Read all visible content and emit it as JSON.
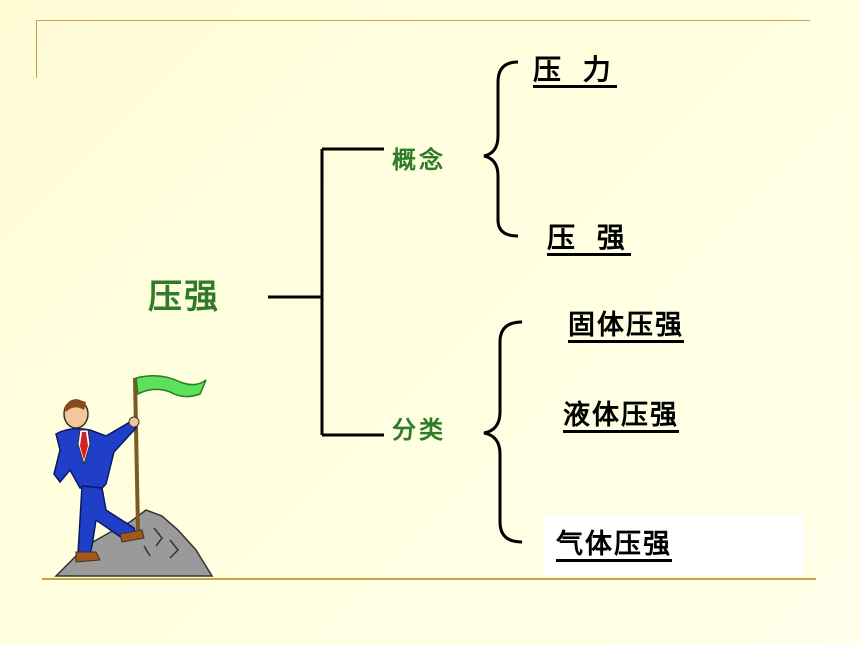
{
  "diagram": {
    "root": "压强",
    "branches": [
      {
        "label": "概念",
        "children": [
          "压 力",
          "压 强"
        ]
      },
      {
        "label": "分类",
        "children": [
          "固体压强",
          "液体压强",
          "气体压强"
        ]
      }
    ]
  },
  "colors": {
    "branch_text": "#2f7b2a",
    "leaf_text": "#000000",
    "frame": "#d1a043",
    "background": "#ffffe0"
  },
  "illustration": {
    "icon": "man-with-flag-on-mountain-icon"
  }
}
